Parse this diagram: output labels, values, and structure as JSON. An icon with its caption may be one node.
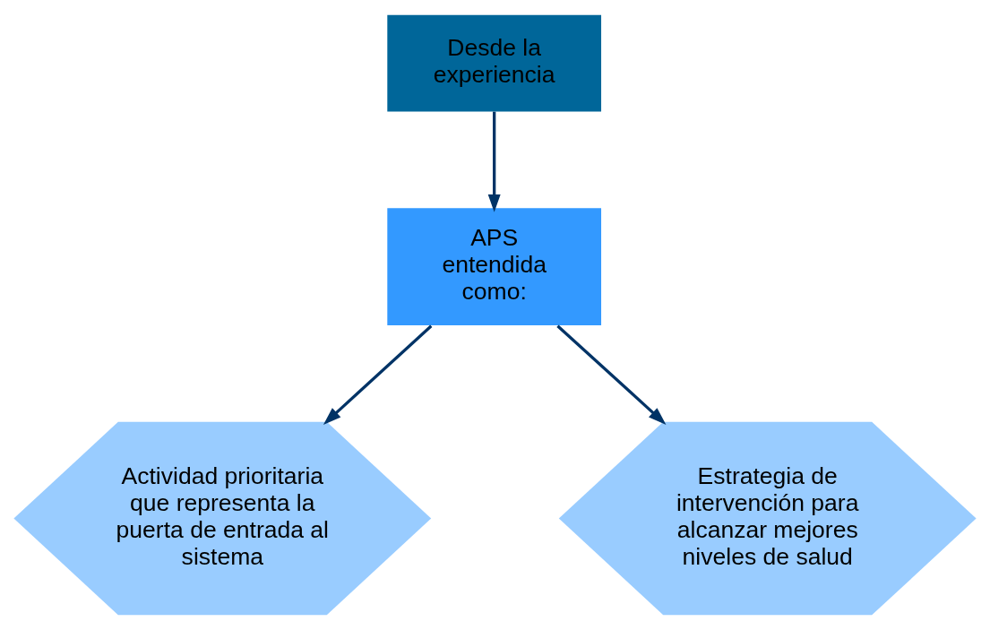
{
  "diagram": {
    "nodes": [
      {
        "text": [
          "Desde la experiencia"
        ]
      },
      {
        "text": [
          "APS entendida como:"
        ]
      },
      {
        "text": [
          "Actividad prioritaria que representa la puerta de entrada al sistema"
        ]
      },
      {
        "text": [
          "Estrategia de intervención para alcanzar mejores niveles de salud"
        ]
      }
    ],
    "edges": [
      {
        "from": 0,
        "to": 1,
        "arrow": "to"
      },
      {
        "from": 1,
        "to": 2,
        "arrow": "to"
      },
      {
        "from": 1,
        "to": 3,
        "arrow": "to"
      }
    ]
  }
}
